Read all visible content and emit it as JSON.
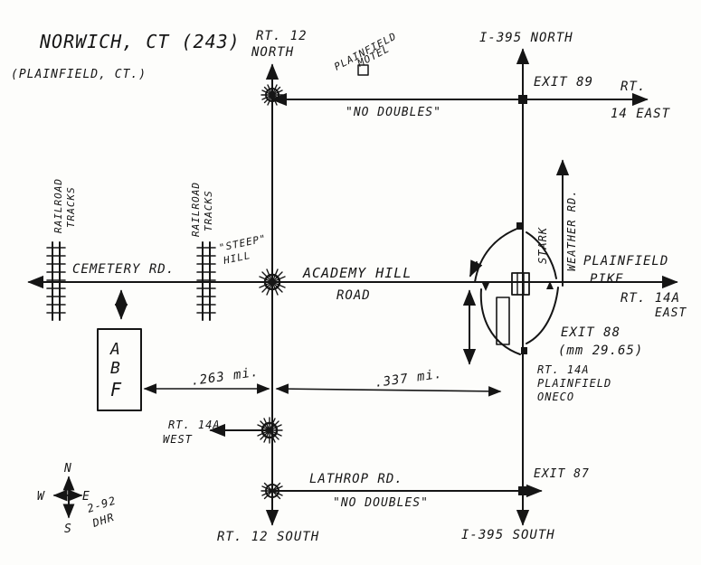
{
  "header": {
    "title": "NORWICH, CT (243)",
    "subtitle": "(PLAINFIELD, CT.)"
  },
  "labels": {
    "rt12_north_line1": "RT. 12",
    "rt12_north_line2": "NORTH",
    "rt12_south": "RT. 12 SOUTH",
    "i395_north": "I-395 NORTH",
    "i395_south": "I-395 SOUTH",
    "motel_line1": "PLAINFIELD",
    "motel_line2": "MOTEL",
    "exit89": "EXIT 89",
    "rt14_east_line1": "RT.",
    "rt14_east_line2": "14 EAST",
    "no_doubles_top": "\"NO DOUBLES\"",
    "no_doubles_bottom": "\"NO DOUBLES\"",
    "railroad1_line1": "RAILROAD",
    "railroad1_line2": "TRACKS",
    "railroad2_line1": "RAILROAD",
    "railroad2_line2": "TRACKS",
    "steep_hill_line1": "\"STEEP\"",
    "steep_hill_line2": "HILL",
    "cemetery_rd": "CEMETERY RD.",
    "academy_hill": "ACADEMY HILL",
    "road": "ROAD",
    "stark_line1": "STARK",
    "stark_line2": "WEATHER RD.",
    "plainfield_pike_line1": "PLAINFIELD",
    "plainfield_pike_line2": "PIKE",
    "rt14a_east_line1": "RT. 14A",
    "rt14a_east_line2": "EAST",
    "exit88": "EXIT 88",
    "mm": "(mm 29.65)",
    "rt14a_plainfield_line1": "RT. 14A",
    "rt14a_plainfield_line2": "PLAINFIELD",
    "rt14a_plainfield_line3": "ONECO",
    "abf_a": "A",
    "abf_b": "B",
    "abf_f": "F",
    "dist_left": ".263 mi.",
    "dist_right": ".337 mi.",
    "rt14a_west_line1": "RT. 14A",
    "rt14a_west_line2": "WEST",
    "lathrop_rd": "LATHROP RD.",
    "exit87": "EXIT 87",
    "compass_n": "N",
    "compass_s": "S",
    "compass_e": "E",
    "compass_w": "W",
    "signature_line1": "2-92",
    "signature_line2": "DHR"
  },
  "colors": {
    "ink": "#151515",
    "paper": "#fdfdfb"
  }
}
